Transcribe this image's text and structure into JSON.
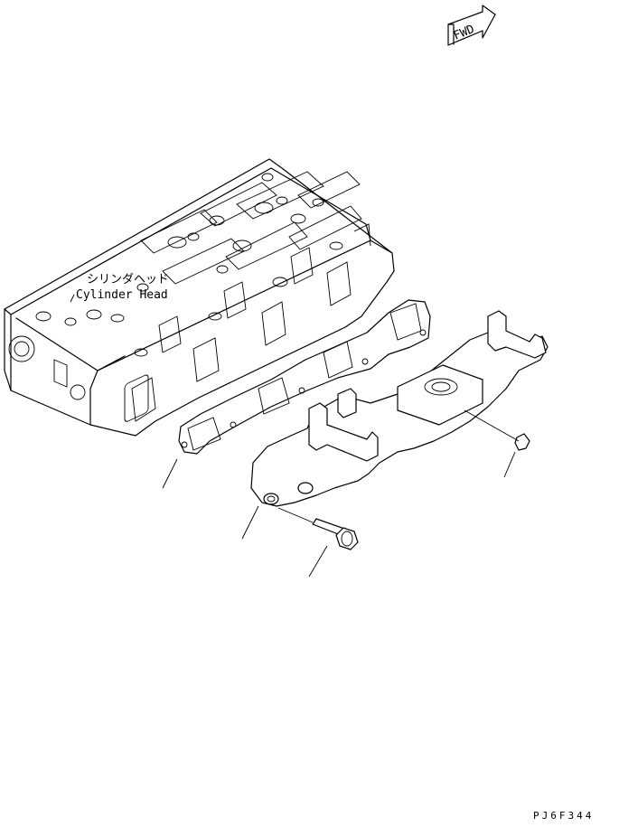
{
  "fwd_label": "FWD",
  "head_label_jp": "シリンダヘッド",
  "head_label_en": "Cylinder Head",
  "drawing_code": "PJ6F344",
  "icons": [
    "fwd-arrow-icon"
  ]
}
